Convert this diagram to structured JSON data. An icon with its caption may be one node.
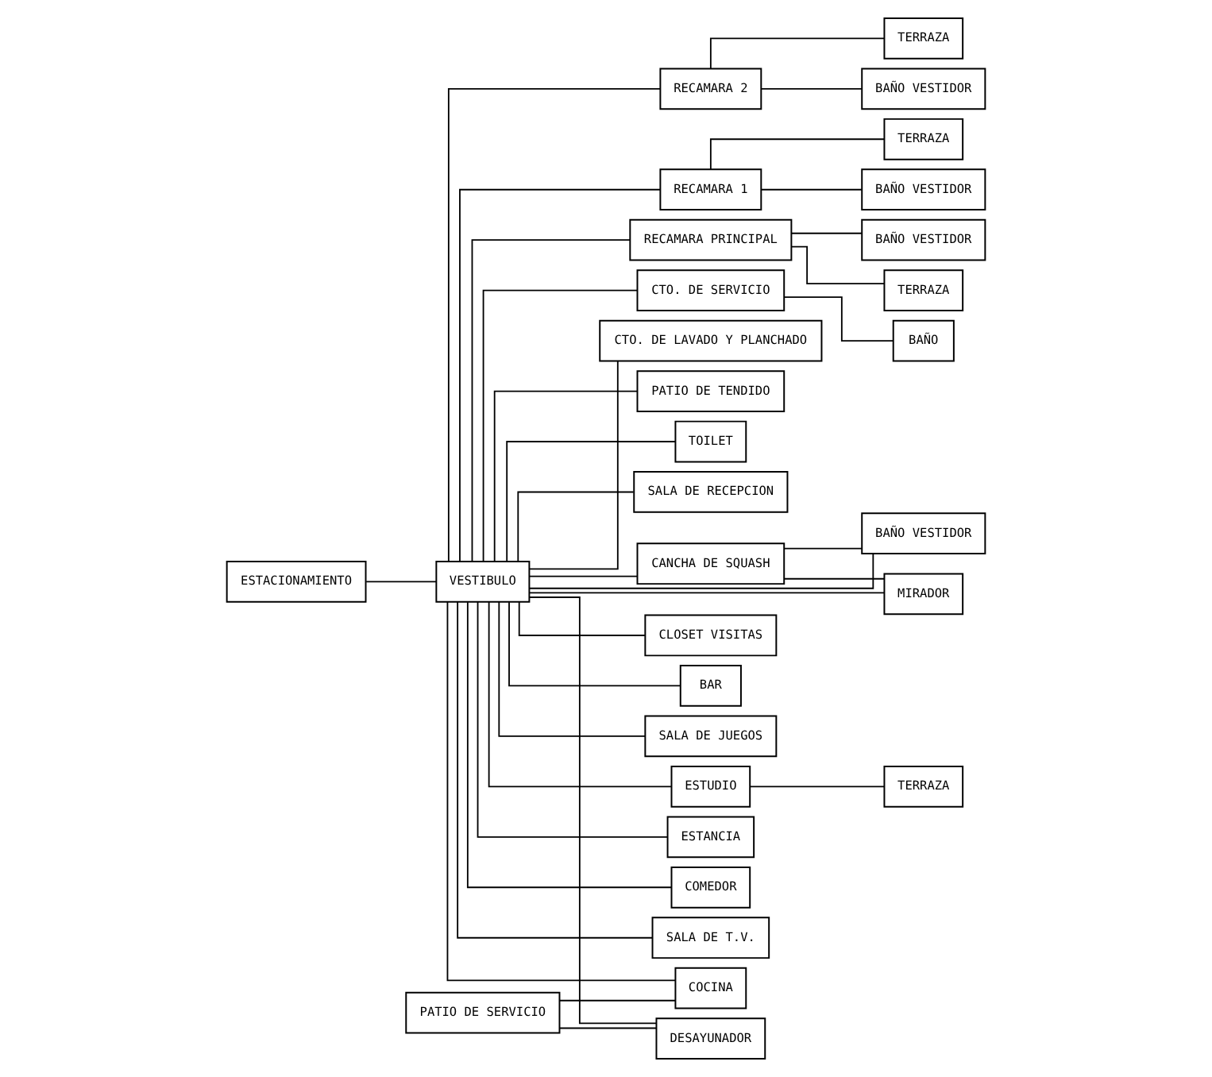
{
  "diagram": {
    "nodes": [
      {
        "text": [
          "ESTACIONAMIENTO"
        ]
      },
      {
        "text": [
          "VESTIBULO"
        ]
      },
      {
        "text": [
          "TOILET"
        ]
      },
      {
        "text": [
          "SALA DE RECEPCION"
        ]
      },
      {
        "text": [
          "CANCHA DE SQUASH"
        ]
      },
      {
        "text": [
          "BAÑO VESTIDOR"
        ]
      },
      {
        "text": [
          "CLOSET VISITAS"
        ]
      },
      {
        "text": [
          "BAR"
        ]
      },
      {
        "text": [
          "MIRADOR"
        ]
      },
      {
        "text": [
          "SALA DE JUEGOS"
        ]
      },
      {
        "text": [
          "ESTUDIO"
        ]
      },
      {
        "text": [
          "PATIO DE SERVICIO"
        ]
      },
      {
        "text": [
          "ESTANCIA"
        ]
      },
      {
        "text": [
          "TERRAZA"
        ]
      },
      {
        "text": [
          "COCINA"
        ]
      },
      {
        "text": [
          "COMEDOR"
        ]
      },
      {
        "text": [
          "DESAYUNADOR"
        ]
      },
      {
        "text": [
          "SALA DE T.V."
        ]
      },
      {
        "text": [
          "RECAMARA 2"
        ]
      },
      {
        "text": [
          "RECAMARA 1"
        ]
      },
      {
        "text": [
          "RECAMARA PRINCIPAL"
        ]
      },
      {
        "text": [
          "BAÑO VESTIDOR"
        ]
      },
      {
        "text": [
          "BAÑO VESTIDOR"
        ]
      },
      {
        "text": [
          "BAÑO VESTIDOR"
        ]
      },
      {
        "text": [
          "TERRAZA"
        ]
      },
      {
        "text": [
          "TERRAZA"
        ]
      },
      {
        "text": [
          "TERRAZA"
        ]
      },
      {
        "text": [
          "CTO. DE SERVICIO"
        ]
      },
      {
        "text": [
          "BAÑO"
        ]
      },
      {
        "text": [
          "CTO. DE LAVADO Y PLANCHADO"
        ]
      },
      {
        "text": [
          "PATIO DE TENDIDO"
        ]
      }
    ],
    "edges": [
      {
        "from": 0,
        "to": 1,
        "arrow": "none"
      },
      {
        "from": 1,
        "to": 2,
        "arrow": "none"
      },
      {
        "from": 1,
        "to": 3,
        "arrow": "none"
      },
      {
        "from": 1,
        "to": 4,
        "arrow": "none"
      },
      {
        "from": 1,
        "to": 5,
        "arrow": "none"
      },
      {
        "from": 1,
        "to": 8,
        "arrow": "none"
      },
      {
        "from": 4,
        "to": 5,
        "arrow": "none"
      },
      {
        "from": 4,
        "to": 8,
        "arrow": "none"
      },
      {
        "from": 1,
        "to": 6,
        "arrow": "none"
      },
      {
        "from": 1,
        "to": 7,
        "arrow": "none"
      },
      {
        "from": 1,
        "to": 9,
        "arrow": "none"
      },
      {
        "from": 1,
        "to": 10,
        "arrow": "none"
      },
      {
        "from": 10,
        "to": 13,
        "arrow": "none"
      },
      {
        "from": 1,
        "to": 12,
        "arrow": "none"
      },
      {
        "from": 1,
        "to": 14,
        "arrow": "none"
      },
      {
        "from": 11,
        "to": 14,
        "arrow": "none"
      },
      {
        "from": 11,
        "to": 16,
        "arrow": "none"
      },
      {
        "from": 1,
        "to": 15,
        "arrow": "none"
      },
      {
        "from": 1,
        "to": 16,
        "arrow": "none"
      },
      {
        "from": 1,
        "to": 17,
        "arrow": "none"
      },
      {
        "from": 1,
        "to": 18,
        "arrow": "none"
      },
      {
        "from": 1,
        "to": 19,
        "arrow": "none"
      },
      {
        "from": 1,
        "to": 20,
        "arrow": "none"
      },
      {
        "from": 18,
        "to": 21,
        "arrow": "none"
      },
      {
        "from": 18,
        "to": 24,
        "arrow": "none"
      },
      {
        "from": 19,
        "to": 22,
        "arrow": "none"
      },
      {
        "from": 19,
        "to": 25,
        "arrow": "none"
      },
      {
        "from": 20,
        "to": 23,
        "arrow": "none"
      },
      {
        "from": 20,
        "to": 26,
        "arrow": "none"
      },
      {
        "from": 1,
        "to": 27,
        "arrow": "none"
      },
      {
        "from": 1,
        "to": 29,
        "arrow": "none"
      },
      {
        "from": 1,
        "to": 30,
        "arrow": "none"
      },
      {
        "from": 27,
        "to": 28,
        "arrow": "none"
      }
    ]
  }
}
